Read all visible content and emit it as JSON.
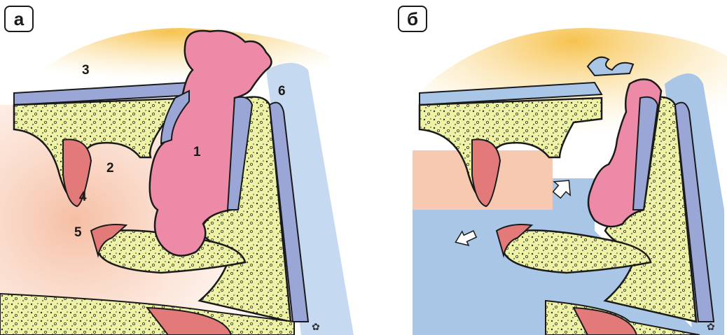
{
  "panels": [
    {
      "tag": "а",
      "labels": [
        "1",
        "2",
        "3",
        "4",
        "5",
        "6"
      ]
    },
    {
      "tag": "б"
    }
  ],
  "colors": {
    "brain": "#f5c460",
    "dura": "#9aa6d6",
    "bone": "#eef2a4",
    "mucosa": "#e27a7a",
    "cavity": "#f6c9b0",
    "tumor": "#ec8aa8",
    "fluid": "#a9c6e7",
    "outline": "#1a1a1a"
  }
}
